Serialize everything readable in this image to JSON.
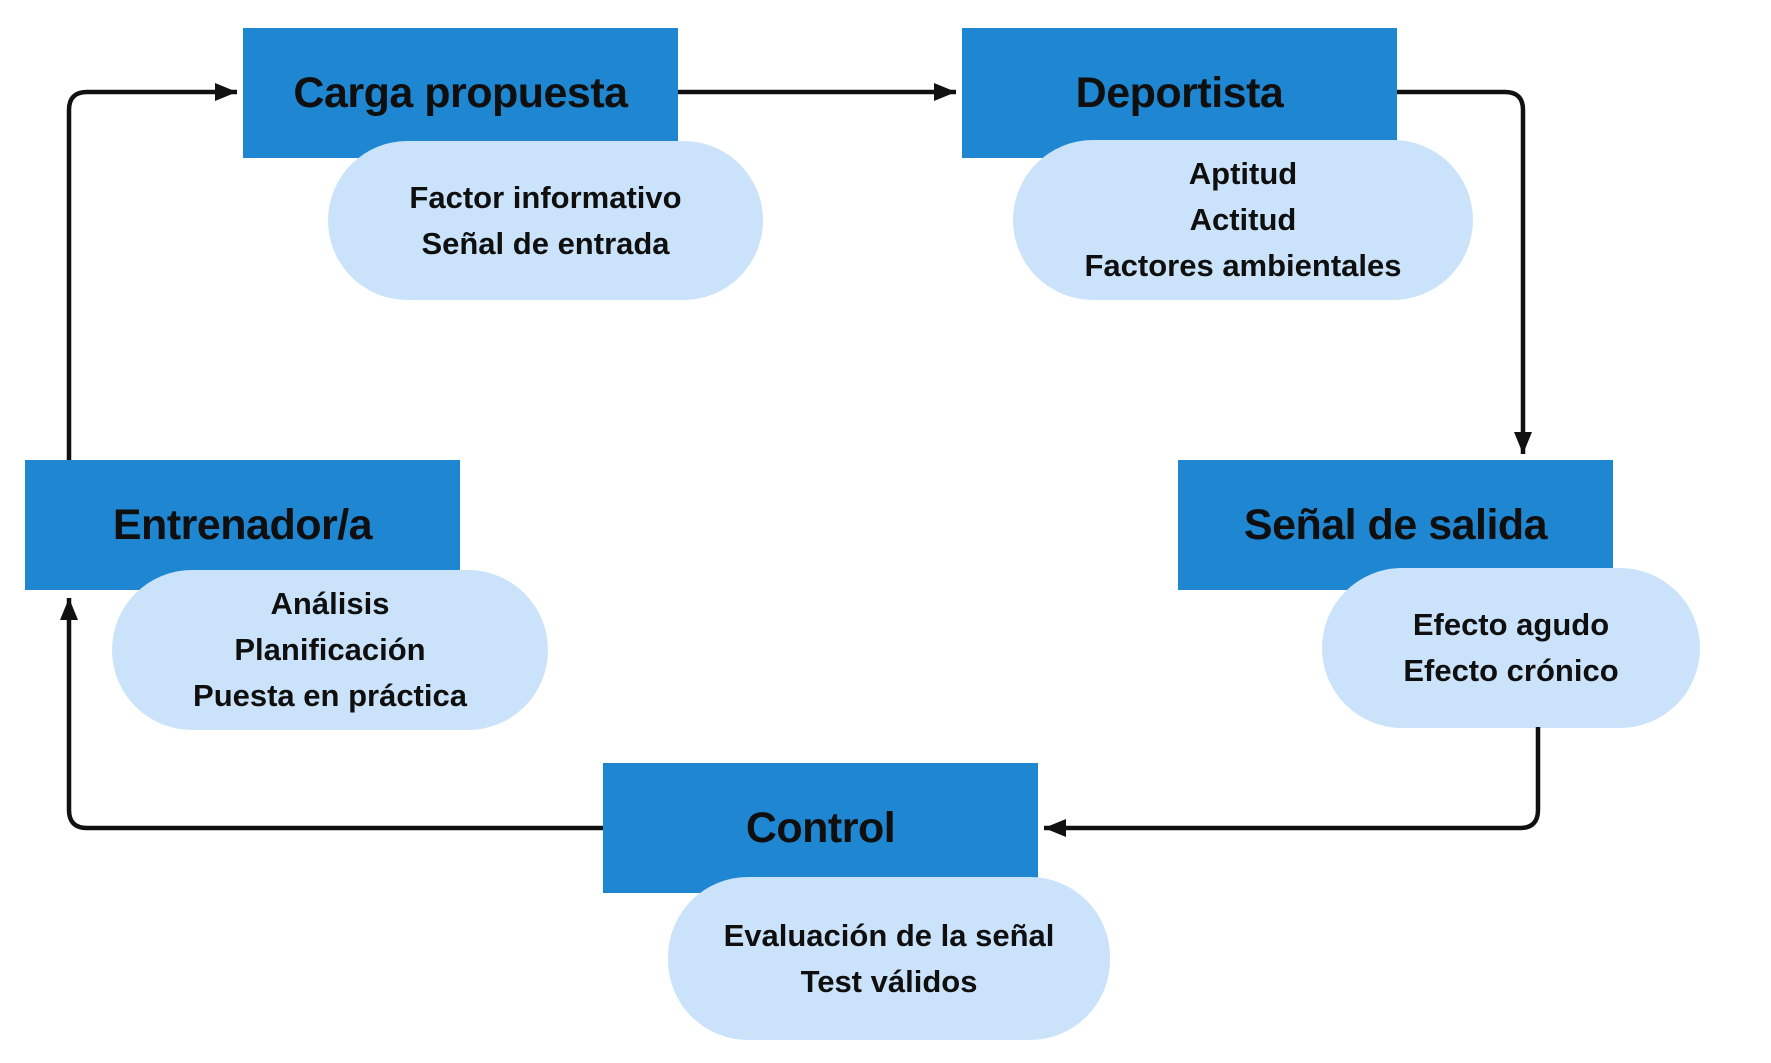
{
  "diagram": {
    "type": "cyclic-flowchart",
    "background_color": "#ffffff",
    "node_color": "#1f87d1",
    "pill_color": "#cbe3fa",
    "text_color": "#0f0f0f",
    "arrow_color": "#111111"
  },
  "nodes": [
    {
      "id": "carga-propuesta",
      "title": "Carga propuesta",
      "details": [
        "Factor informativo",
        "Señal de entrada"
      ]
    },
    {
      "id": "deportista",
      "title": "Deportista",
      "details": [
        "Aptitud",
        "Actitud",
        "Factores ambientales"
      ]
    },
    {
      "id": "senal-de-salida",
      "title": "Señal de salida",
      "details": [
        "Efecto agudo",
        "Efecto crónico"
      ]
    },
    {
      "id": "entrenador",
      "title": "Entrenador/a",
      "details": [
        "Análisis",
        "Planificación",
        "Puesta en práctica"
      ]
    },
    {
      "id": "control",
      "title": "Control",
      "details": [
        "Evaluación de la señal",
        "Test válidos"
      ]
    }
  ],
  "edges": [
    {
      "from": "Carga propuesta",
      "to": "Deportista"
    },
    {
      "from": "Deportista",
      "to": "Señal de salida"
    },
    {
      "from": "Señal de salida",
      "to": "Control"
    },
    {
      "from": "Control",
      "to": "Entrenador/a"
    },
    {
      "from": "Entrenador/a",
      "to": "Carga propuesta"
    }
  ]
}
